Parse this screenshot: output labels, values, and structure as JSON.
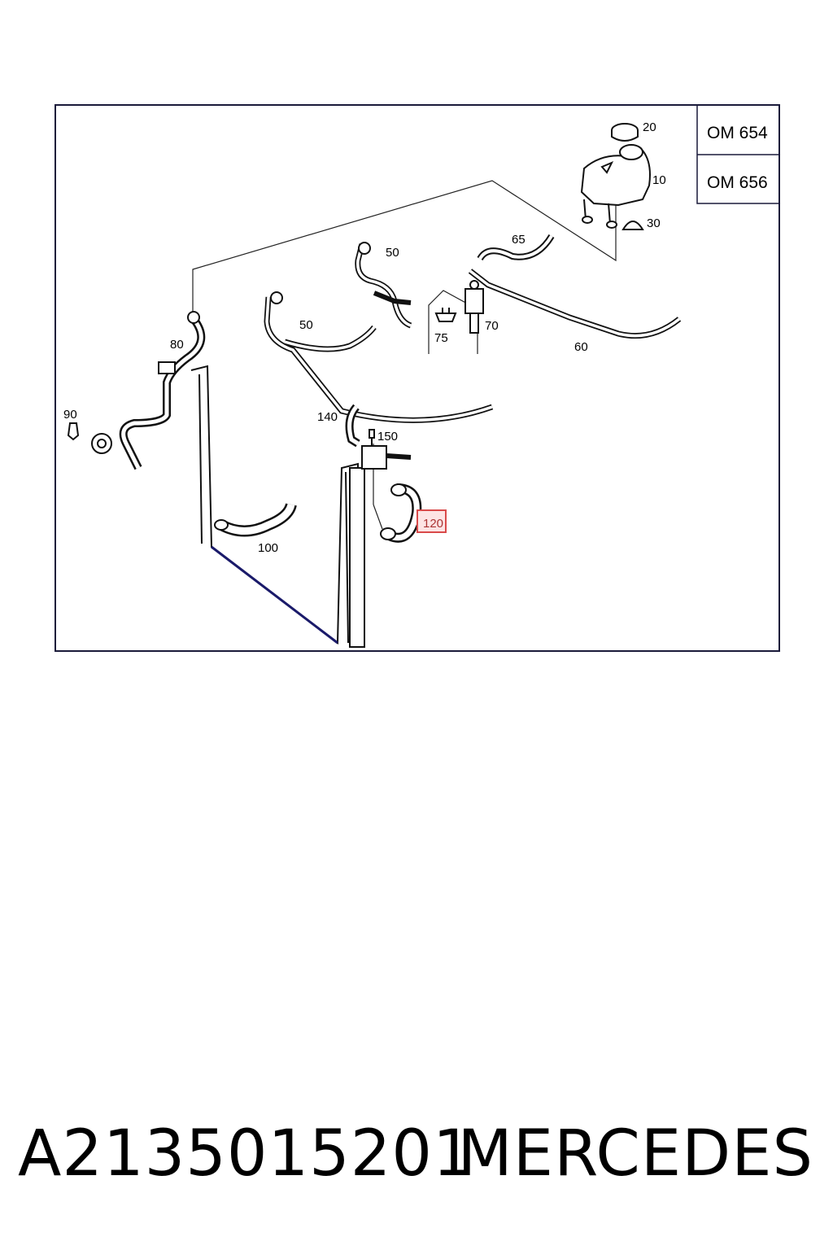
{
  "diagram": {
    "variants": [
      "OM 654",
      "OM 656"
    ],
    "callouts": {
      "c20": "20",
      "c10": "10",
      "c30": "30",
      "c65": "65",
      "c50a": "50",
      "c50b": "50",
      "c80": "80",
      "c75": "75",
      "c70": "70",
      "c60": "60",
      "c90": "90",
      "c140": "140",
      "c150": "150",
      "c120": "120",
      "c100": "100"
    },
    "highlighted": "120",
    "highlight_color": "#d94a4a"
  },
  "footer": {
    "part_number": "A2135015201",
    "brand": "MERCEDES"
  }
}
